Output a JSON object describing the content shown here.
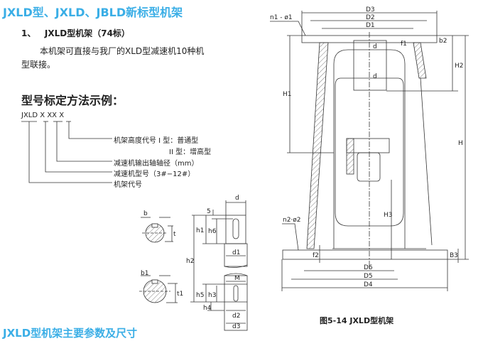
{
  "title": "JXLD型、JXLD、JBLD新标型机架",
  "section": {
    "number": "1、",
    "heading": "JXLD型机架（74标）"
  },
  "paragraph": {
    "line1": "本机架可直接与我厂的XLD型减速机10种机",
    "line2": "型联接。"
  },
  "model_heading": "型号标定方法示例：",
  "model_code": {
    "prefix": "JXLD",
    "p1": "X",
    "p2": "XX",
    "p3": "X"
  },
  "model_labels": {
    "height_code": "机架高度代号 I 型：普通型",
    "height_code2": "II 型：增高型",
    "shaft_dia": "减速机输出轴轴径（mm）",
    "reducer_model": "减速机型号（3#−12#）",
    "frame_code": "机架代号"
  },
  "shaft_labels": {
    "b": "b",
    "t": "t",
    "b1": "b1",
    "t1": "t1",
    "d": "d",
    "five": "5",
    "h1": "h1",
    "h6": "h6",
    "h2": "h2",
    "d1": "d1",
    "M": "M",
    "h5": "h5",
    "h3": "h3",
    "h4": "h4",
    "d2": "d2",
    "d3": "d3"
  },
  "frame_labels": {
    "D3": "D3",
    "D2": "D2",
    "D1": "D1",
    "n1": "n1 - ø1",
    "b2": "b2",
    "f1": "f1",
    "H1": "H1",
    "H2": "H2",
    "H": "H",
    "H3": "H3",
    "dA": "d",
    "dB": "d",
    "n2": "n2·ø2",
    "f2": "f2",
    "B3": "B3",
    "D6": "D6",
    "D5": "D5",
    "D4": "D4"
  },
  "figure_caption": "图5-14  JXLD型机架",
  "footer_heading": "JXLD型机架主要参数及尺寸"
}
